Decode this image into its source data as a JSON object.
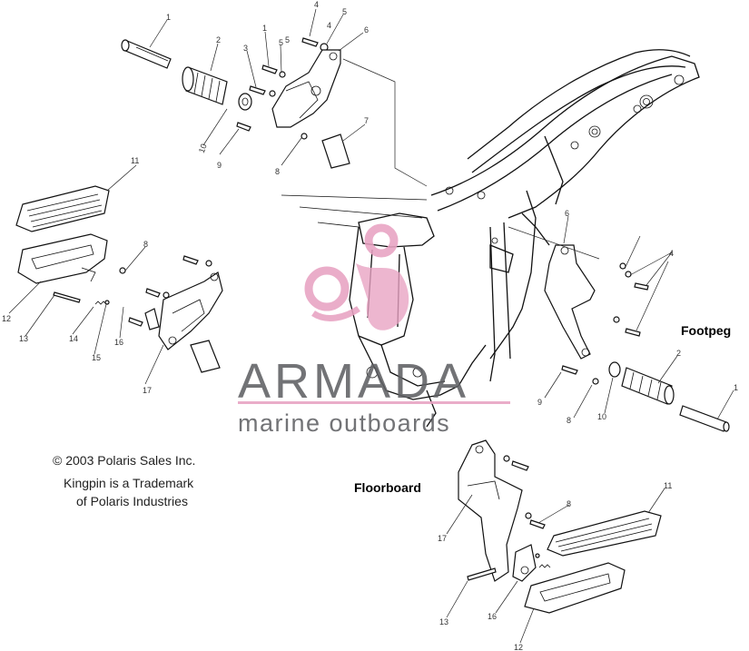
{
  "diagram": {
    "section_labels": {
      "footpeg": "Footpeg",
      "floorboard": "Floorboard"
    },
    "copyright": {
      "line1": "© 2003 Polaris Sales Inc.",
      "line2": "Kingpin is a Trademark",
      "line3": "of Polaris Industries"
    },
    "callouts": {
      "footpeg_left": [
        "1",
        "2",
        "3",
        "4",
        "5",
        "1",
        "5",
        "4",
        "5",
        "6",
        "10",
        "9",
        "8",
        "7"
      ],
      "footpeg_right": [
        "6",
        "4",
        "2",
        "1",
        "9",
        "8",
        "10"
      ],
      "floorboard_left": [
        "11",
        "12",
        "8",
        "13",
        "14",
        "15",
        "16",
        "17"
      ],
      "floorboard_right": [
        "8",
        "11",
        "17",
        "13",
        "16",
        "12"
      ]
    }
  },
  "watermark": {
    "brand": "ARMADA",
    "tagline": "marine outboards",
    "text_color": "#5f6064",
    "accent_color": "#e8a2c2"
  }
}
